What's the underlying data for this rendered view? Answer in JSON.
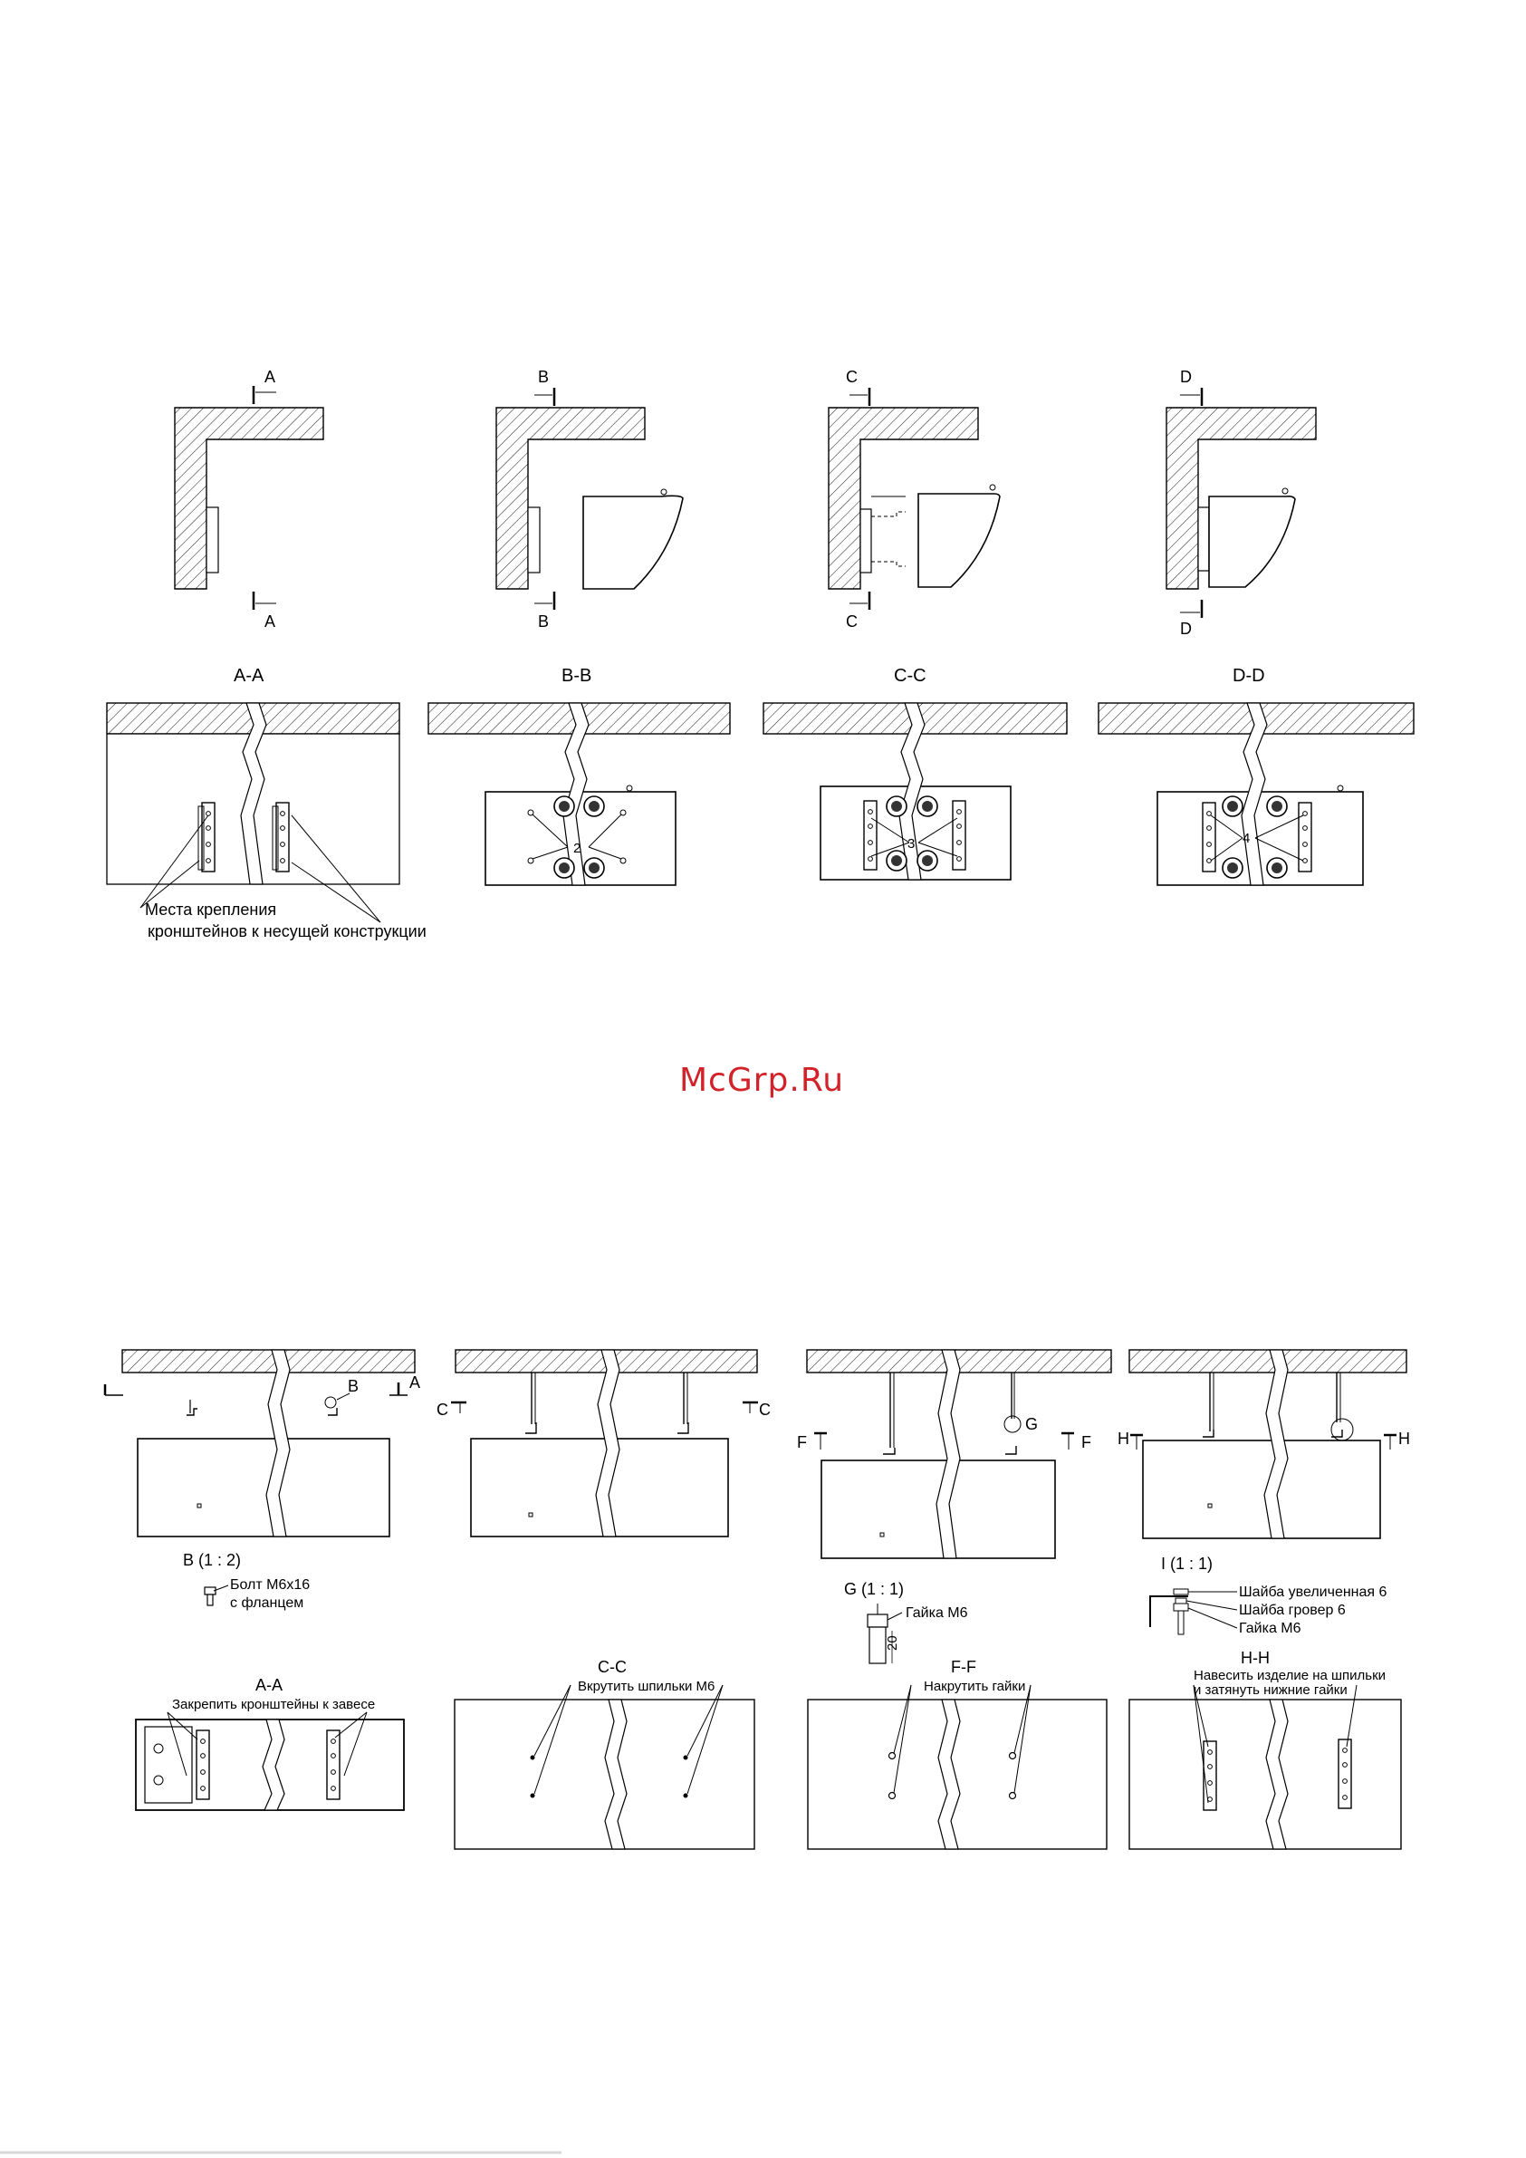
{
  "watermark": "McGrp.Ru",
  "wall_mount": {
    "views": [
      {
        "marker": "A",
        "section_title": "A-A"
      },
      {
        "marker": "B",
        "section_title": "B-B",
        "callout": "2"
      },
      {
        "marker": "C",
        "section_title": "C-C",
        "callout": "3"
      },
      {
        "marker": "D",
        "section_title": "D-D",
        "callout": "4"
      }
    ],
    "note_line1": "Места крепления",
    "note_line2": "кронштейнов к несущей конструкции"
  },
  "ceiling_mount": {
    "markers": {
      "a": "A",
      "b": "B",
      "c": "C",
      "f": "F",
      "g": "G",
      "h": "H"
    },
    "detail_b": {
      "title": "B (1 : 2)",
      "line1": "Болт М6х16",
      "line2": "с фланцем"
    },
    "detail_g": {
      "title": "G (1 : 1)",
      "label": "Гайка М6",
      "dim": "20"
    },
    "detail_i": {
      "title": "I (1 : 1)",
      "label1": "Шайба увеличенная 6",
      "label2": "Шайба гровер 6",
      "label3": "Гайка М6"
    },
    "sections": [
      {
        "title": "A-A",
        "note": "Закрепить кронштейны к завесе"
      },
      {
        "title": "C-C",
        "note": "Вкрутить шпильки М6"
      },
      {
        "title": "F-F",
        "note": "Накрутить гайки"
      },
      {
        "title": "H-H",
        "note_line1": "Навесить изделие на шпильки",
        "note_line2": "и затянуть нижние гайки"
      }
    ]
  }
}
